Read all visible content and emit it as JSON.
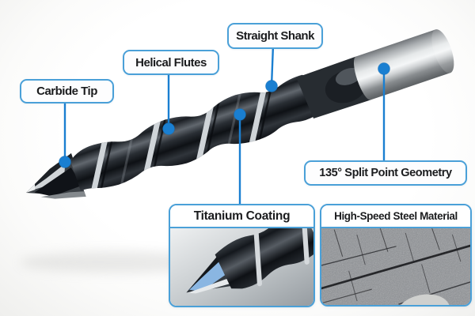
{
  "figure": {
    "type": "labeled-product-diagram",
    "subject": "twist drill bit"
  },
  "callouts": [
    {
      "id": "carbide-tip",
      "label": "Carbide Tip"
    },
    {
      "id": "helical-flutes",
      "label": "Helical Flutes"
    },
    {
      "id": "straight-shank",
      "label": "Straight Shank"
    },
    {
      "id": "split-point",
      "label": "135° Split Point Geometry"
    }
  ],
  "insets": [
    {
      "id": "titanium-coating",
      "title": "Titanium Coating",
      "image": "drill-tip-closeup"
    },
    {
      "id": "hss-material",
      "title": "High-Speed Steel Material",
      "image": "steel-grain-texture"
    }
  ],
  "colors": {
    "callout_border": "#4aa0d8",
    "leader_line": "#1a7fd1",
    "anchor_dot": "#1a7fd1",
    "label_text": "#1b1c1e",
    "background": "#ffffff"
  }
}
